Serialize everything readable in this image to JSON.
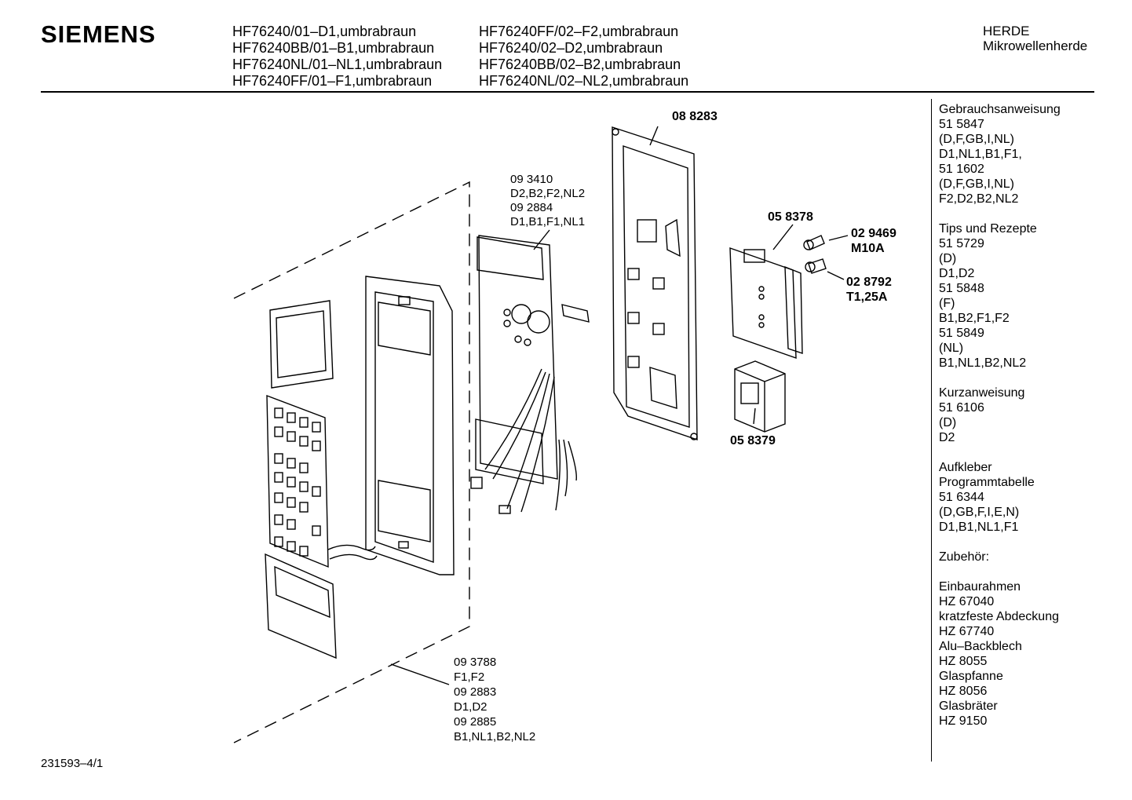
{
  "header": {
    "brand": "SIEMENS",
    "models_left": [
      "HF76240/01–D1,umbrabraun",
      "HF76240BB/01–B1,umbrabraun",
      "HF76240NL/01–NL1,umbrabraun",
      "HF76240FF/01–F1,umbrabraun"
    ],
    "models_right": [
      "HF76240FF/02–F2,umbrabraun",
      "HF76240/02–D2,umbrabraun",
      "HF76240BB/02–B2,umbrabraun",
      "HF76240NL/02–NL2,umbrabraun"
    ],
    "category": "HERDE",
    "subcategory": "Mikrowellenherde"
  },
  "labels": {
    "part_088283": "08 8283",
    "part_093410": [
      "09 3410",
      "D2,B2,F2,NL2",
      "09 2884",
      "D1,B1,F1,NL1"
    ],
    "part_058378": "05 8378",
    "part_029469": [
      "02 9469",
      "M10A"
    ],
    "part_028792": [
      "02 8792",
      "T1,25A"
    ],
    "part_058379": "05 8379",
    "part_093788": [
      "09 3788",
      "F1,F2",
      "09 2883",
      "D1,D2",
      "09 2885",
      "B1,NL1,B2,NL2"
    ]
  },
  "sidebar": [
    [
      "Gebrauchsanweisung",
      "51 5847",
      "(D,F,GB,I,NL)",
      "D1,NL1,B1,F1,",
      "51 1602",
      "(D,F,GB,I,NL)",
      "F2,D2,B2,NL2"
    ],
    [
      "Tips und Rezepte",
      "51 5729",
      "(D)",
      "D1,D2",
      "51 5848",
      "(F)",
      "B1,B2,F1,F2",
      "51 5849",
      "(NL)",
      "B1,NL1,B2,NL2"
    ],
    [
      "Kurzanweisung",
      "51 6106",
      "(D)",
      "D2"
    ],
    [
      "Aufkleber",
      "Programmtabelle",
      "51 6344",
      "(D,GB,F,I,E,N)",
      "D1,B1,NL1,F1"
    ],
    [
      "Zubehör:"
    ],
    [
      "Einbaurahmen",
      "HZ 67040",
      "kratzfeste Abdeckung",
      "HZ 67740",
      "Alu–Backblech",
      "HZ 8055",
      "Glaspfanne",
      "HZ 8056",
      "Glasbräter",
      "HZ 9150"
    ]
  ],
  "footer": "231593–4/1"
}
